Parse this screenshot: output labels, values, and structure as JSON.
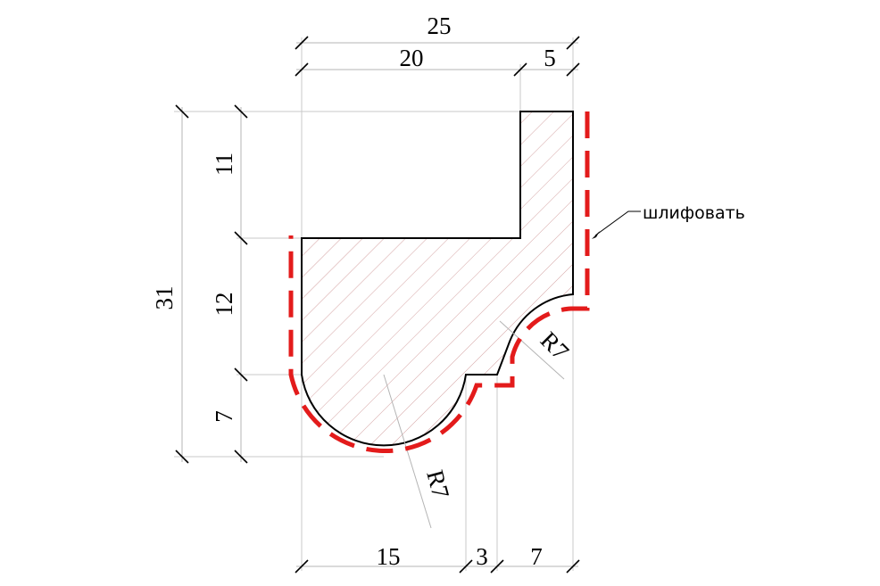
{
  "dimensions": {
    "overall_width": "25",
    "left_width": "20",
    "top_lip_width": "5",
    "overall_height": "31",
    "top_height": "11",
    "middle_height": "12",
    "bottom_height": "7",
    "bottom_left": "15",
    "bottom_step": "3",
    "bottom_right": "7"
  },
  "radii": {
    "lower_round": "R7",
    "upper_cove": "R7"
  },
  "note": {
    "label": "шлифовать",
    "color": "#e31b1b"
  },
  "colors": {
    "outline": "#000000",
    "hatch": "#d4a3a3",
    "grind_line": "#e31b1b"
  }
}
